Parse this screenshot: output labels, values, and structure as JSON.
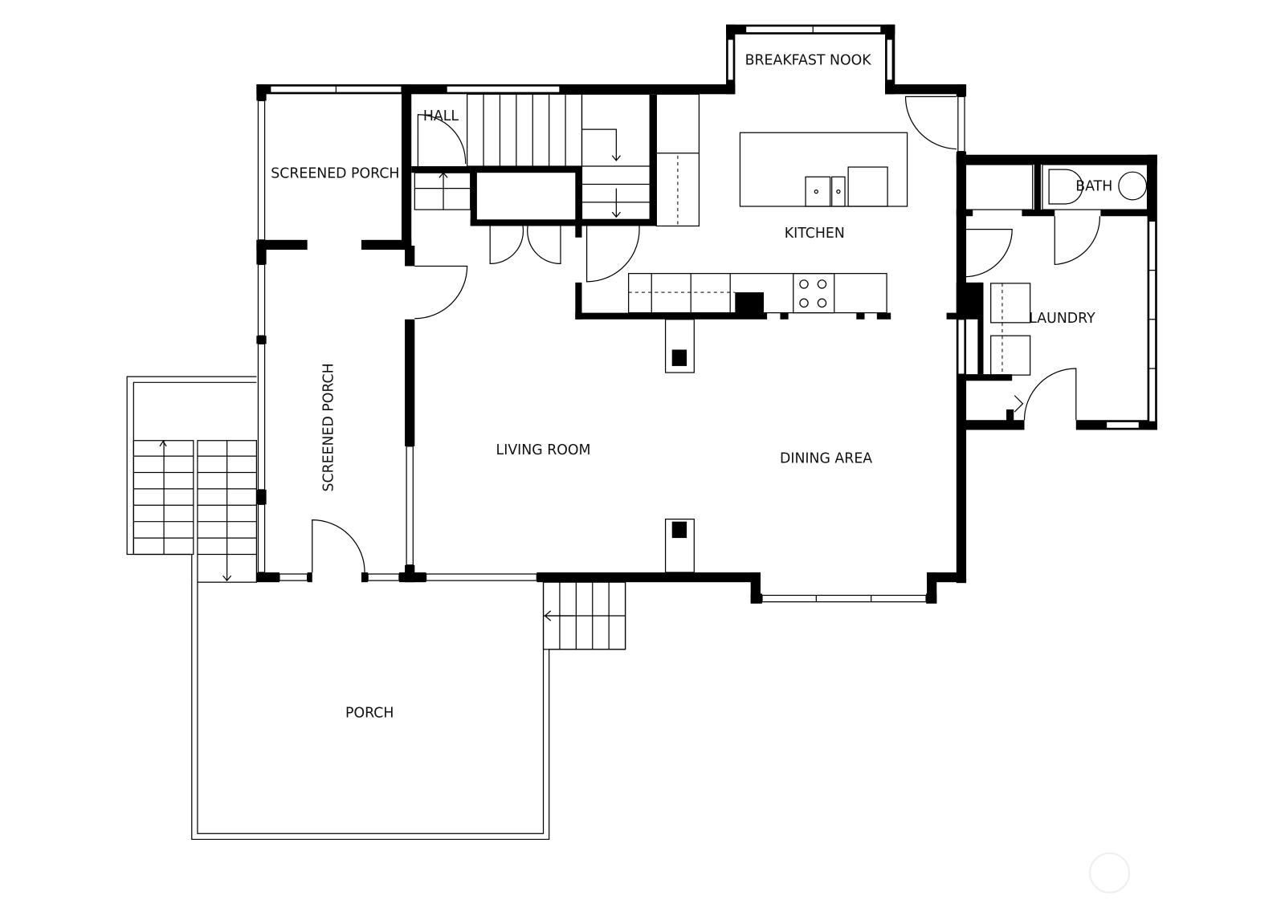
{
  "floor_plan": {
    "rooms": {
      "breakfast_nook": "BREAKFAST NOOK",
      "hall": "HALL",
      "screened_porch_top": "SCREENED PORCH",
      "screened_porch_side": "SCREENED PORCH",
      "kitchen": "KITCHEN",
      "bath": "BATH",
      "laundry": "LAUNDRY",
      "living_room": "LIVING ROOM",
      "dining_area": "DINING AREA",
      "porch": "PORCH"
    },
    "colors": {
      "walls": "#000000",
      "background": "#ffffff",
      "watermark": "#eeeeee"
    }
  }
}
